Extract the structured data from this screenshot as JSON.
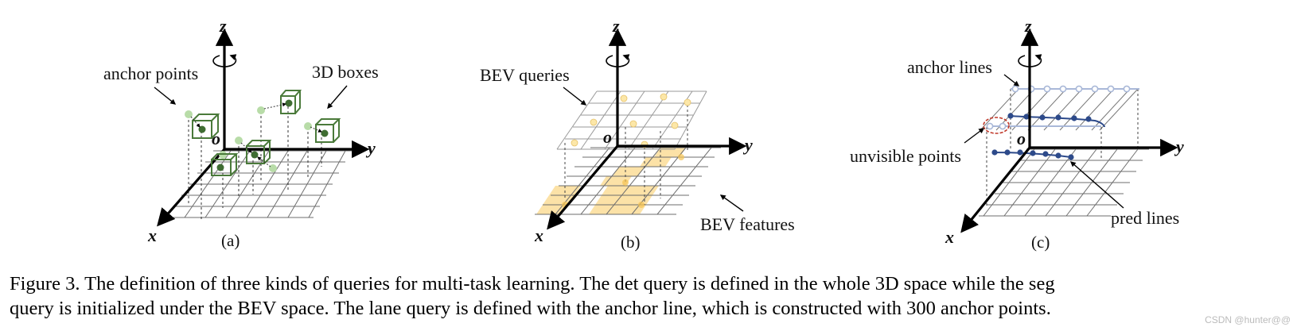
{
  "panels": [
    {
      "id": "a",
      "sublabel": "(a)",
      "axes": {
        "x": "x",
        "y": "y",
        "z": "z",
        "o": "o"
      },
      "annotations": {
        "left": "anchor points",
        "right": "3D boxes"
      }
    },
    {
      "id": "b",
      "sublabel": "(b)",
      "axes": {
        "x": "x",
        "y": "y",
        "z": "z",
        "o": "o"
      },
      "annotations": {
        "top": "BEV  queries",
        "bottom": "BEV  features"
      }
    },
    {
      "id": "c",
      "sublabel": "(c)",
      "axes": {
        "x": "x",
        "y": "y",
        "z": "z",
        "o": "o"
      },
      "annotations": {
        "top": "anchor lines",
        "left": "unvisible points",
        "bottom": "pred lines"
      }
    }
  ],
  "caption": {
    "line1": "Figure 3.  The definition of three kinds of queries for multi-task learning.  The det query is defined in the whole 3D space while the seg",
    "line2": "query is initialized under the BEV space. The lane query is defined with the anchor line, which is constructed with 300 anchor points."
  },
  "watermark": "CSDN @hunter@@",
  "colors": {
    "box_green": "#4a7a3a",
    "anchor_green": "#b8dca8",
    "query_yellow": "#fce7a8",
    "feature_yellow": "#fbd98a",
    "lane_blue": "#2d4a8a",
    "anchor_line_blue": "#a9b8d8",
    "unvisible_ring": "#c0392b"
  }
}
